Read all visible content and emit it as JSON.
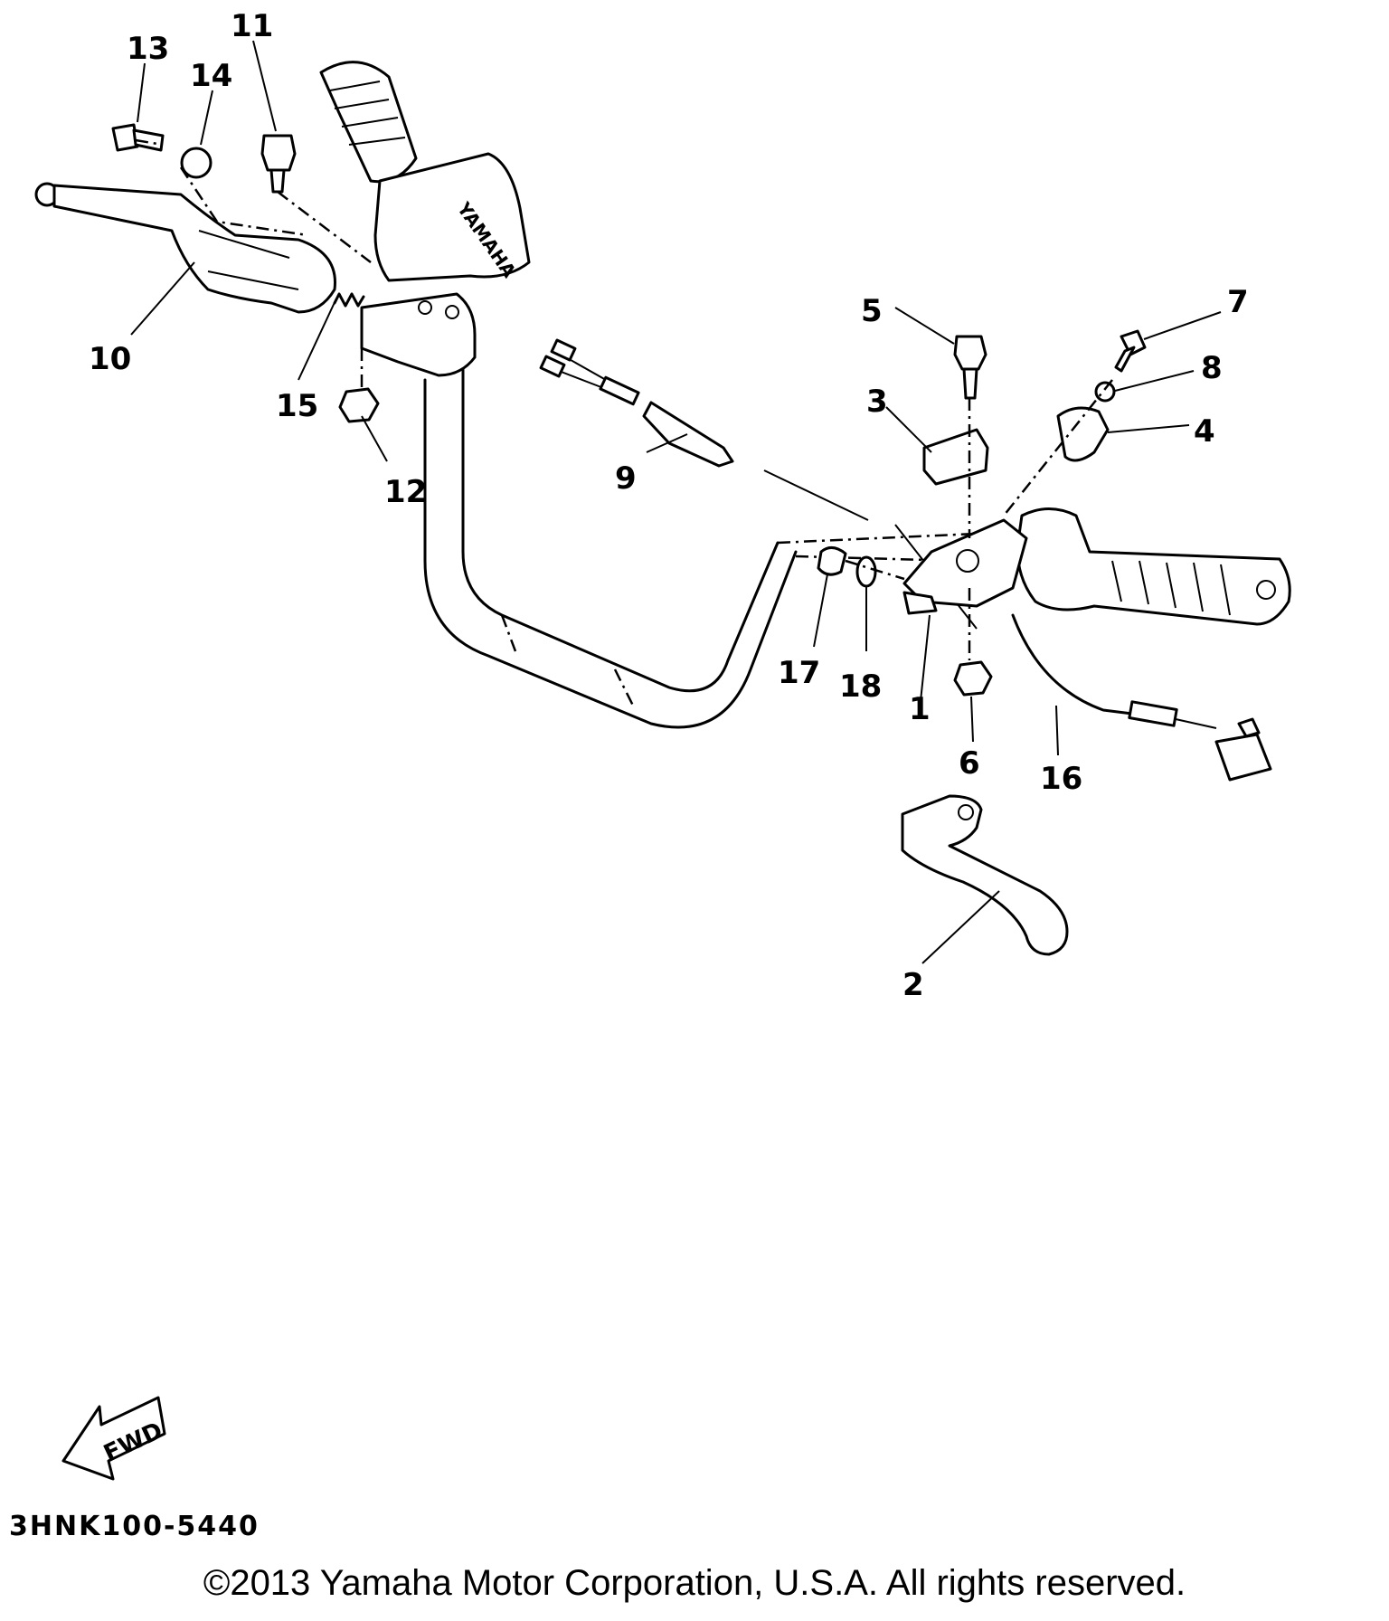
{
  "diagram": {
    "callouts": [
      "1",
      "2",
      "3",
      "4",
      "5",
      "6",
      "7",
      "8",
      "9",
      "10",
      "11",
      "12",
      "13",
      "14",
      "15",
      "16",
      "17",
      "18"
    ],
    "grip_brand": "YAMAHA",
    "fwd_label": "FWD",
    "catalog_code": "3HNK100-5440",
    "copyright": "©2013 Yamaha Motor Corporation, U.S.A. All rights reserved."
  }
}
